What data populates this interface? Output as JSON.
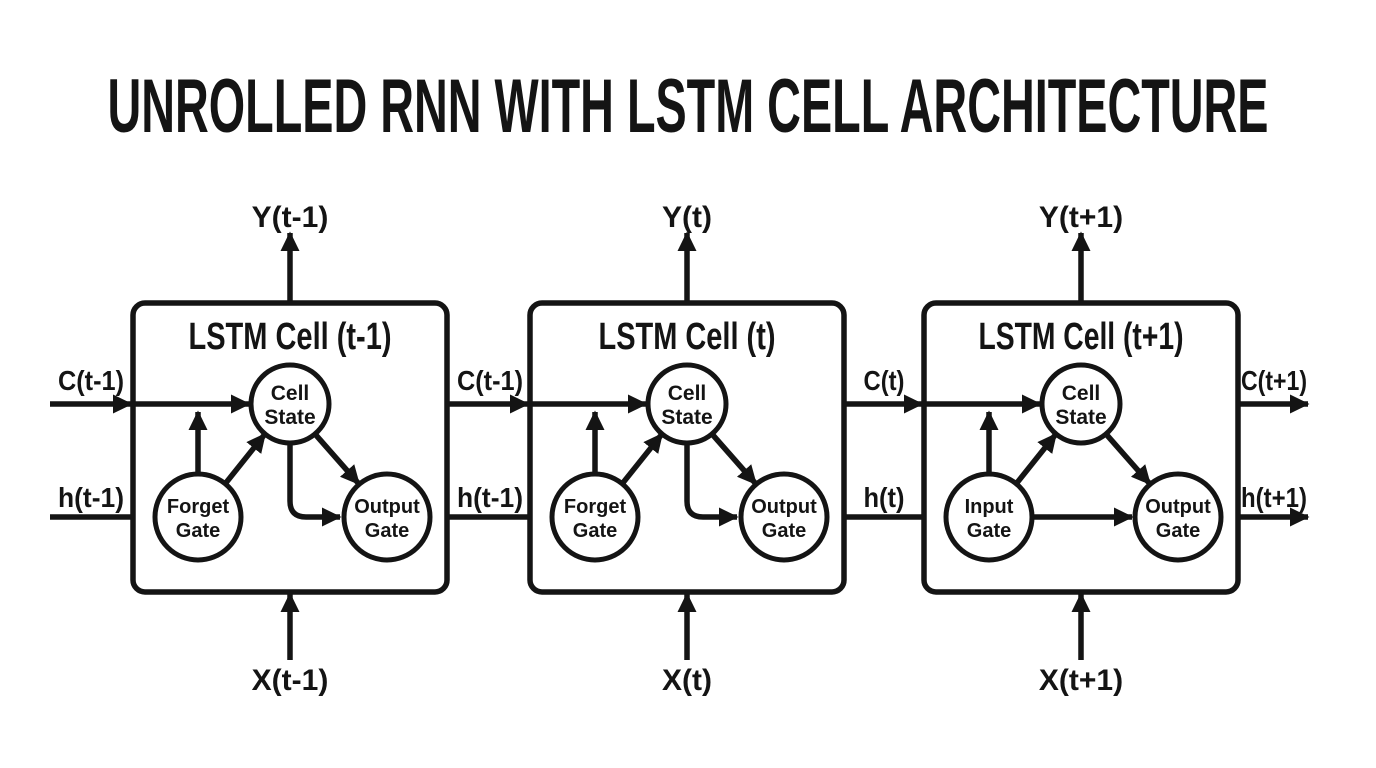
{
  "page_title": "UNROLLED RNN WITH LSTM CELL ARCHITECTURE",
  "colors": {
    "ink": "#141414",
    "background": "#ffffff"
  },
  "cells": [
    {
      "title": "LSTM Cell (t-1)",
      "top_output": "Y(t-1)",
      "bottom_input": "X(t-1)",
      "nodes": {
        "cell_state": {
          "line1": "Cell",
          "line2": "State"
        },
        "left_gate": {
          "line1": "Forget",
          "line2": "Gate"
        },
        "right_gate": {
          "line1": "Output",
          "line2": "Gate"
        }
      }
    },
    {
      "title": "LSTM Cell (t)",
      "top_output": "Y(t)",
      "bottom_input": "X(t)",
      "nodes": {
        "cell_state": {
          "line1": "Cell",
          "line2": "State"
        },
        "left_gate": {
          "line1": "Forget",
          "line2": "Gate"
        },
        "right_gate": {
          "line1": "Output",
          "line2": "Gate"
        }
      }
    },
    {
      "title": "LSTM Cell (t+1)",
      "top_output": "Y(t+1)",
      "bottom_input": "X(t+1)",
      "nodes": {
        "cell_state": {
          "line1": "Cell",
          "line2": "State"
        },
        "left_gate": {
          "line1": "Input",
          "line2": "Gate"
        },
        "right_gate": {
          "line1": "Output",
          "line2": "Gate"
        }
      }
    }
  ],
  "state_line_labels": [
    "C(t-1)",
    "C(t-1)",
    "C(t)",
    "C(t+1)"
  ],
  "hidden_line_labels": [
    "h(t-1)",
    "h(t-1)",
    "h(t)",
    "h(t+1)"
  ]
}
